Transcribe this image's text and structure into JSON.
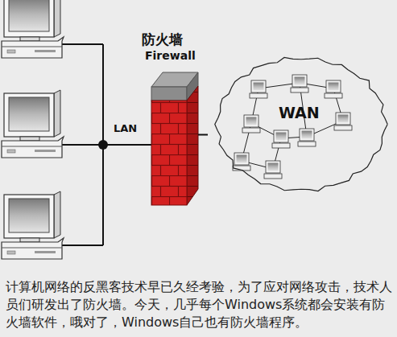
{
  "diagram": {
    "caption": "计算机网络的反黑客技术早已久经考验，为了应对网络攻击，技术人员们研发出了防火墙。今天，几乎每个Windows系统都会安装有防火墙软件，哦对了，Windows自己也有防火墙程序。",
    "nodes": [
      {
        "text": [
          "防火墙",
          "Firewall"
        ]
      },
      {
        "text": [
          "WAN"
        ]
      }
    ],
    "edges": [
      {
        "from": 0,
        "to": 1,
        "arrow": "none"
      }
    ],
    "labels": [
      "LAN"
    ]
  }
}
